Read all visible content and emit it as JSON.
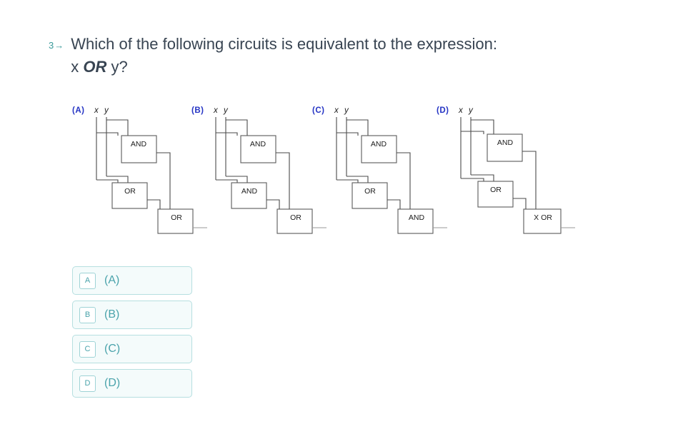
{
  "question": {
    "number": "3",
    "arrow": "→",
    "line1_before": "Which of the following circuits is equivalent to the expression:",
    "line2_prefix": "x ",
    "line2_operator": "OR",
    "line2_suffix": " y?"
  },
  "colors": {
    "accent_teal": "#4aa3ab",
    "label_blue": "#2433c4",
    "text_dark": "#384452",
    "wire_gray": "#4a4a4a",
    "option_bg": "#f4fbfb",
    "option_border": "#b6dfe0"
  },
  "input_labels": {
    "x": "x",
    "y": "y"
  },
  "circuits": [
    {
      "label": "(A)",
      "gate_top": "AND",
      "gate_middle": "OR",
      "gate_final": "OR"
    },
    {
      "label": "(B)",
      "gate_top": "AND",
      "gate_middle": "AND",
      "gate_final": "OR"
    },
    {
      "label": "(C)",
      "gate_top": "AND",
      "gate_middle": "OR",
      "gate_final": "AND"
    },
    {
      "label": "(D)",
      "gate_top": "AND",
      "gate_middle": "OR",
      "gate_final": "X OR"
    }
  ],
  "options": [
    {
      "key": "A",
      "label": "(A)"
    },
    {
      "key": "B",
      "label": "(B)"
    },
    {
      "key": "C",
      "label": "(C)"
    },
    {
      "key": "D",
      "label": "(D)"
    }
  ]
}
